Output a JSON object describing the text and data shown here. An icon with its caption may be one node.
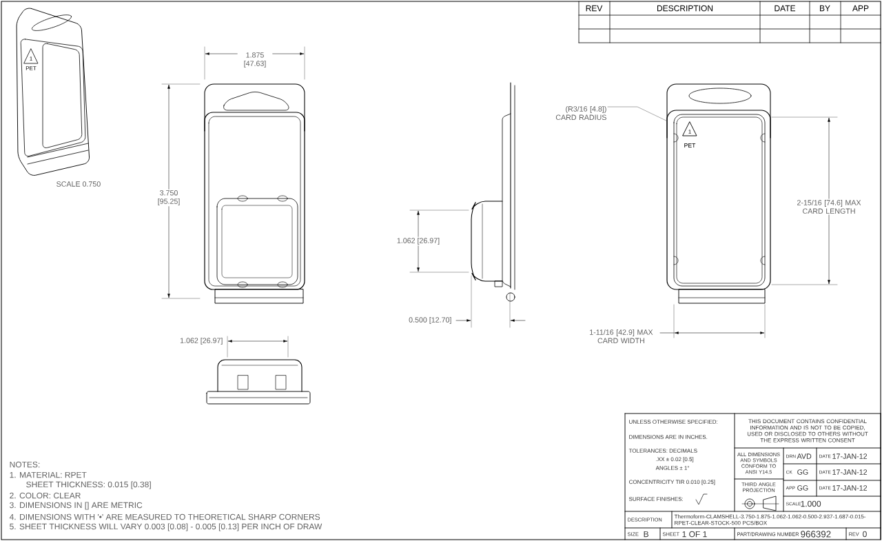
{
  "diagram": {
    "nodes": [
      {
        "text": [
          "(R3/16 [4.8]) CARD RADIUS"
        ]
      },
      {
        "text": [],
        "shape": "picture"
      }
    ],
    "edges": [
      {
        "from": 0,
        "to": 1,
        "arrow": "none"
      }
    ],
    "labels": [
      "REV",
      "DESCRIPTION",
      "DATE",
      "BY",
      "APP",
      "1",
      "PET",
      "SCALE 0.750",
      "1.875 [47.63]",
      "3.750 [95.25]",
      "1.062 [26.97]",
      "0.500 [12.70]",
      "1",
      "PET",
      "2-15/16 [74.6] MAX CARD LENGTH",
      "1-11/16 [42.9] MAX CARD WIDTH",
      "1.062 [26.97]",
      "NOTES:",
      "1. MATERIAL: RPET",
      "SHEET THICKNESS: 0.015 [0.38]",
      "2. COLOR: CLEAR",
      "3. DIMENSIONS IN [] ARE METRIC",
      "4. DIMENSIONS WITH '•' ARE MEASURED TO THEORETICAL SHARP CORNERS",
      "5. SHEET THICKNESS WILL VARY 0.003 [0.08] - 0.005 [0.13] PER INCH OF DRAW",
      "UNLESS OTHERWISE SPECIFIED:",
      "THIS DOCUMENT CONTAINS CONFIDENTIAL INFORMATION AND IS NOT TO BE COPIED, USED OR DISCLOSED TO OTHERS WITHOUT THE EXPRESS WRITTEN CONSENT",
      "DIMENSIONS ARE IN INCHES.",
      "TOLERANCES: DECIMALS",
      ".XX ± 0.02 [0.5]",
      "ANGLES ± 1°",
      "ALL DIMENSIONS AND SYMBOLS CONFORM TO ANSI Y14.5",
      "DRN",
      "AVD",
      "DATE",
      "17-JAN-12",
      "CK",
      "GG",
      "DATE",
      "17-JAN-12",
      "CONCENTRICITY TIR 0.010 [0.25]",
      "THIRD ANGLE PROJECTION",
      "APP",
      "GG",
      "DATE",
      "17-JAN-12",
      "SURFACE FINISHES:",
      "SCALE",
      "1.000",
      "DESCRIPTION",
      "Thermoform-CLAMSHELL-3.750-1.875-1.062-1.062-0.500-2.937-1.687-0.015-RPET-CLEAR-STOCK-500 PCS/BOX",
      "SIZE",
      "B",
      "SHEET",
      "1 OF 1",
      "PART/DRAWING NUMBER",
      "966392",
      "REV",
      "0"
    ]
  }
}
